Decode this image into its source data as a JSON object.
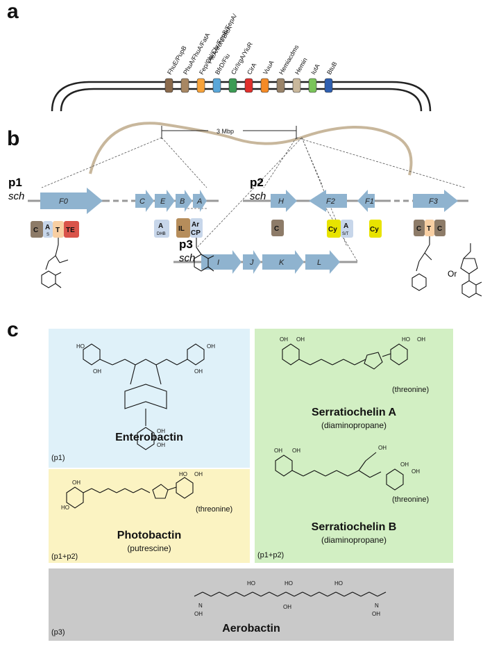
{
  "panels": {
    "a": {
      "label": "a"
    },
    "b": {
      "label": "b"
    },
    "c": {
      "label": "c"
    }
  },
  "receptors": [
    {
      "label": "FhuE/PupB",
      "color": "#8a6a4c"
    },
    {
      "label": "PhuA/FhuA/FatA",
      "color": "#a88763"
    },
    {
      "label": "Fep/Cbl/Cbr/FeuB/FepA/",
      "color": "#f7a33a"
    },
    {
      "label": "BfrD/Fiu",
      "color": "#5aa7d9"
    },
    {
      "label": "Cir/IrgA/YiuR",
      "color": "#3b9b54"
    },
    {
      "label": "CirA",
      "color": "#e0302c"
    },
    {
      "label": "VuuA",
      "color": "#f58a26"
    },
    {
      "label": "Hemiacdms",
      "color": "#9a846a"
    },
    {
      "label": "Hemin",
      "color": "#c9b89c"
    },
    {
      "label": "IutA",
      "color": "#7ac45a"
    },
    {
      "label": "BtuB",
      "color": "#2f5fb0"
    }
  ],
  "receptor_extra_label": "PfeA/IroN/BfeA",
  "scale_label": "3 Mbp",
  "clusters": {
    "p1": {
      "name": "p1",
      "sch": "sch",
      "genes": [
        "F0",
        "C",
        "E",
        "B",
        "A"
      ]
    },
    "p2": {
      "name": "p2",
      "sch": "sch",
      "genes": [
        "H",
        "F2",
        "F1",
        "F3"
      ]
    },
    "p3": {
      "name": "p3",
      "sch": "sch",
      "genes": [
        "I",
        "J",
        "K",
        "L"
      ]
    }
  },
  "domains": {
    "f0": [
      "C",
      "A",
      "S",
      "T",
      "TE"
    ],
    "a": [
      "A",
      "DHB"
    ],
    "ilarcp": [
      "IL",
      "Ar",
      "CP"
    ],
    "h": [
      "C"
    ],
    "f2": [
      "Cy",
      "A",
      "S/T"
    ],
    "f1": [
      "Cy"
    ],
    "f3": [
      "C",
      "T",
      "C"
    ],
    "or": "Or"
  },
  "compounds": {
    "enterobactin": {
      "name": "Enterobactin",
      "tag": "(p1)"
    },
    "photobactin": {
      "name": "Photobactin",
      "sub": "(putrescine)",
      "tag": "(p1+p2)",
      "note": "(threonine)"
    },
    "serratiochelin_a": {
      "name": "Serratiochelin A",
      "sub": "(diaminopropane)",
      "note": "(threonine)"
    },
    "serratiochelin_b": {
      "name": "Serratiochelin B",
      "sub": "(diaminopropane)",
      "note": "(threonine)",
      "tag": "(p1+p2)"
    },
    "aerobactin": {
      "name": "Aerobactin",
      "tag": "(p3)"
    }
  },
  "colors": {
    "gene_arrow": "#8fb3cf",
    "chromosome_link": "#c8b79c",
    "box_blue": "#dff1f9",
    "box_yellow": "#fbf3c2",
    "box_green": "#d2efc3",
    "box_gray": "#c9c9c9",
    "dom_brown": "#8d7b68",
    "dom_lightblue": "#c7d6ea",
    "dom_peach": "#f8cfa3",
    "dom_red": "#d9534a",
    "dom_yellow": "#e8e300",
    "dom_tan": "#b68d5b"
  }
}
